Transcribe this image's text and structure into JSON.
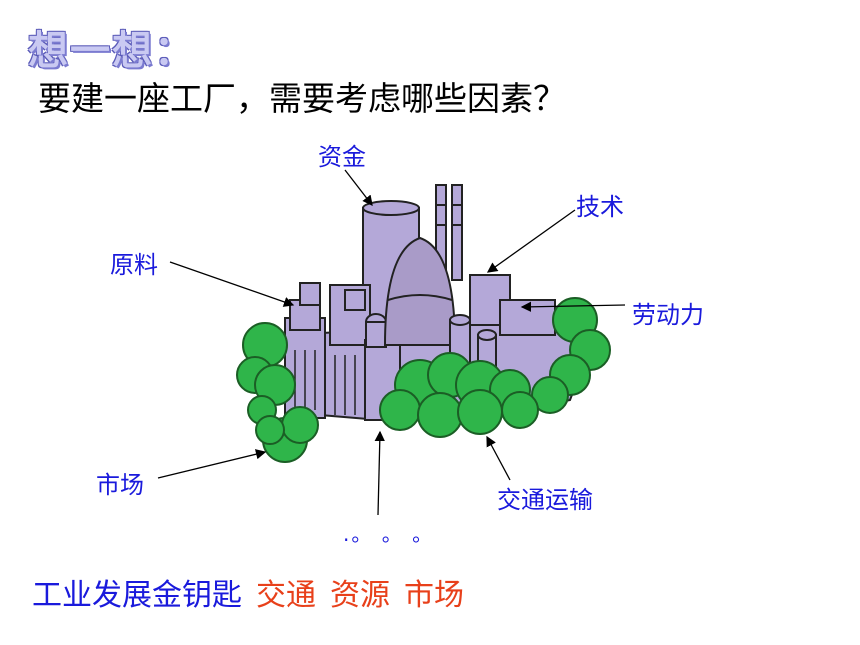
{
  "slide": {
    "title": "想一想：",
    "question": "要建一座工厂，需要考虑哪些因素？",
    "labels": {
      "capital": "资金",
      "technology": "技术",
      "raw_materials": "原料",
      "labor": "劳动力",
      "market": "市场",
      "transport": "交通运输"
    },
    "dots": ".。 。 。",
    "footer": {
      "key_text": "工业发展金钥匙",
      "items": [
        "交通",
        "资源",
        "市场"
      ]
    }
  },
  "colors": {
    "title": "#c9c9f2",
    "label_blue": "#1a1adc",
    "accent_red": "#e8401a",
    "factory_purple": "#b4a8d8",
    "tree_green": "#2fb54a"
  },
  "illustration": "factory-with-trees"
}
